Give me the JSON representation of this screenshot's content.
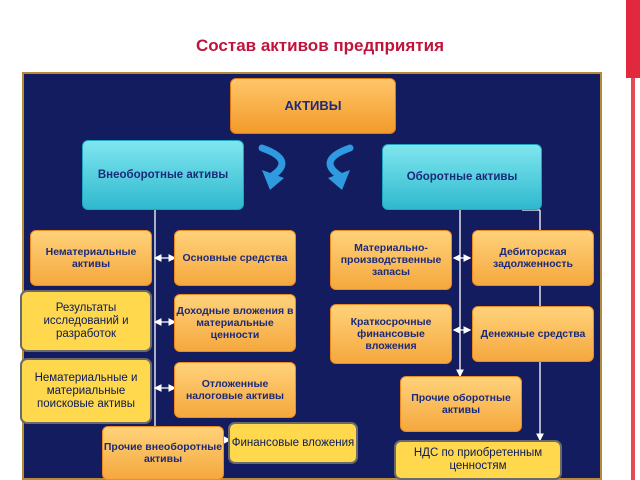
{
  "title": "Состав активов предприятия",
  "colors": {
    "title": "#c0143c",
    "panel": "#121c5e",
    "cyan": "#2fb9cf",
    "orange": "#f5a83e",
    "arrow": "#2f9ae0",
    "connector": "#ffffff"
  },
  "nodes": {
    "aktivy": "АКТИВЫ",
    "vneob": "Внеоборотные активы",
    "ob": "Оборотные активы",
    "nemat": "Нематериальные активы",
    "osnov": "Основные средства",
    "rezult": "Результаты исследований и разработок",
    "dohod": "Доходные вложения в материальные ценности",
    "poisk": "Нематериальные и материальные поисковые активы",
    "otlozh": "Отложенные налоговые активы",
    "prochie_vn": "Прочие внеоборотные активы",
    "finans": "Финансовые вложения",
    "zapasy": "Материально-производственные запасы",
    "debitor": "Дебиторская задолженность",
    "kratko": "Краткосрочные финансовые вложения",
    "denezh": "Денежные средства",
    "prochie_ob": "Прочие оборотные активы",
    "nds": "НДС по приобретенным ценностям"
  }
}
